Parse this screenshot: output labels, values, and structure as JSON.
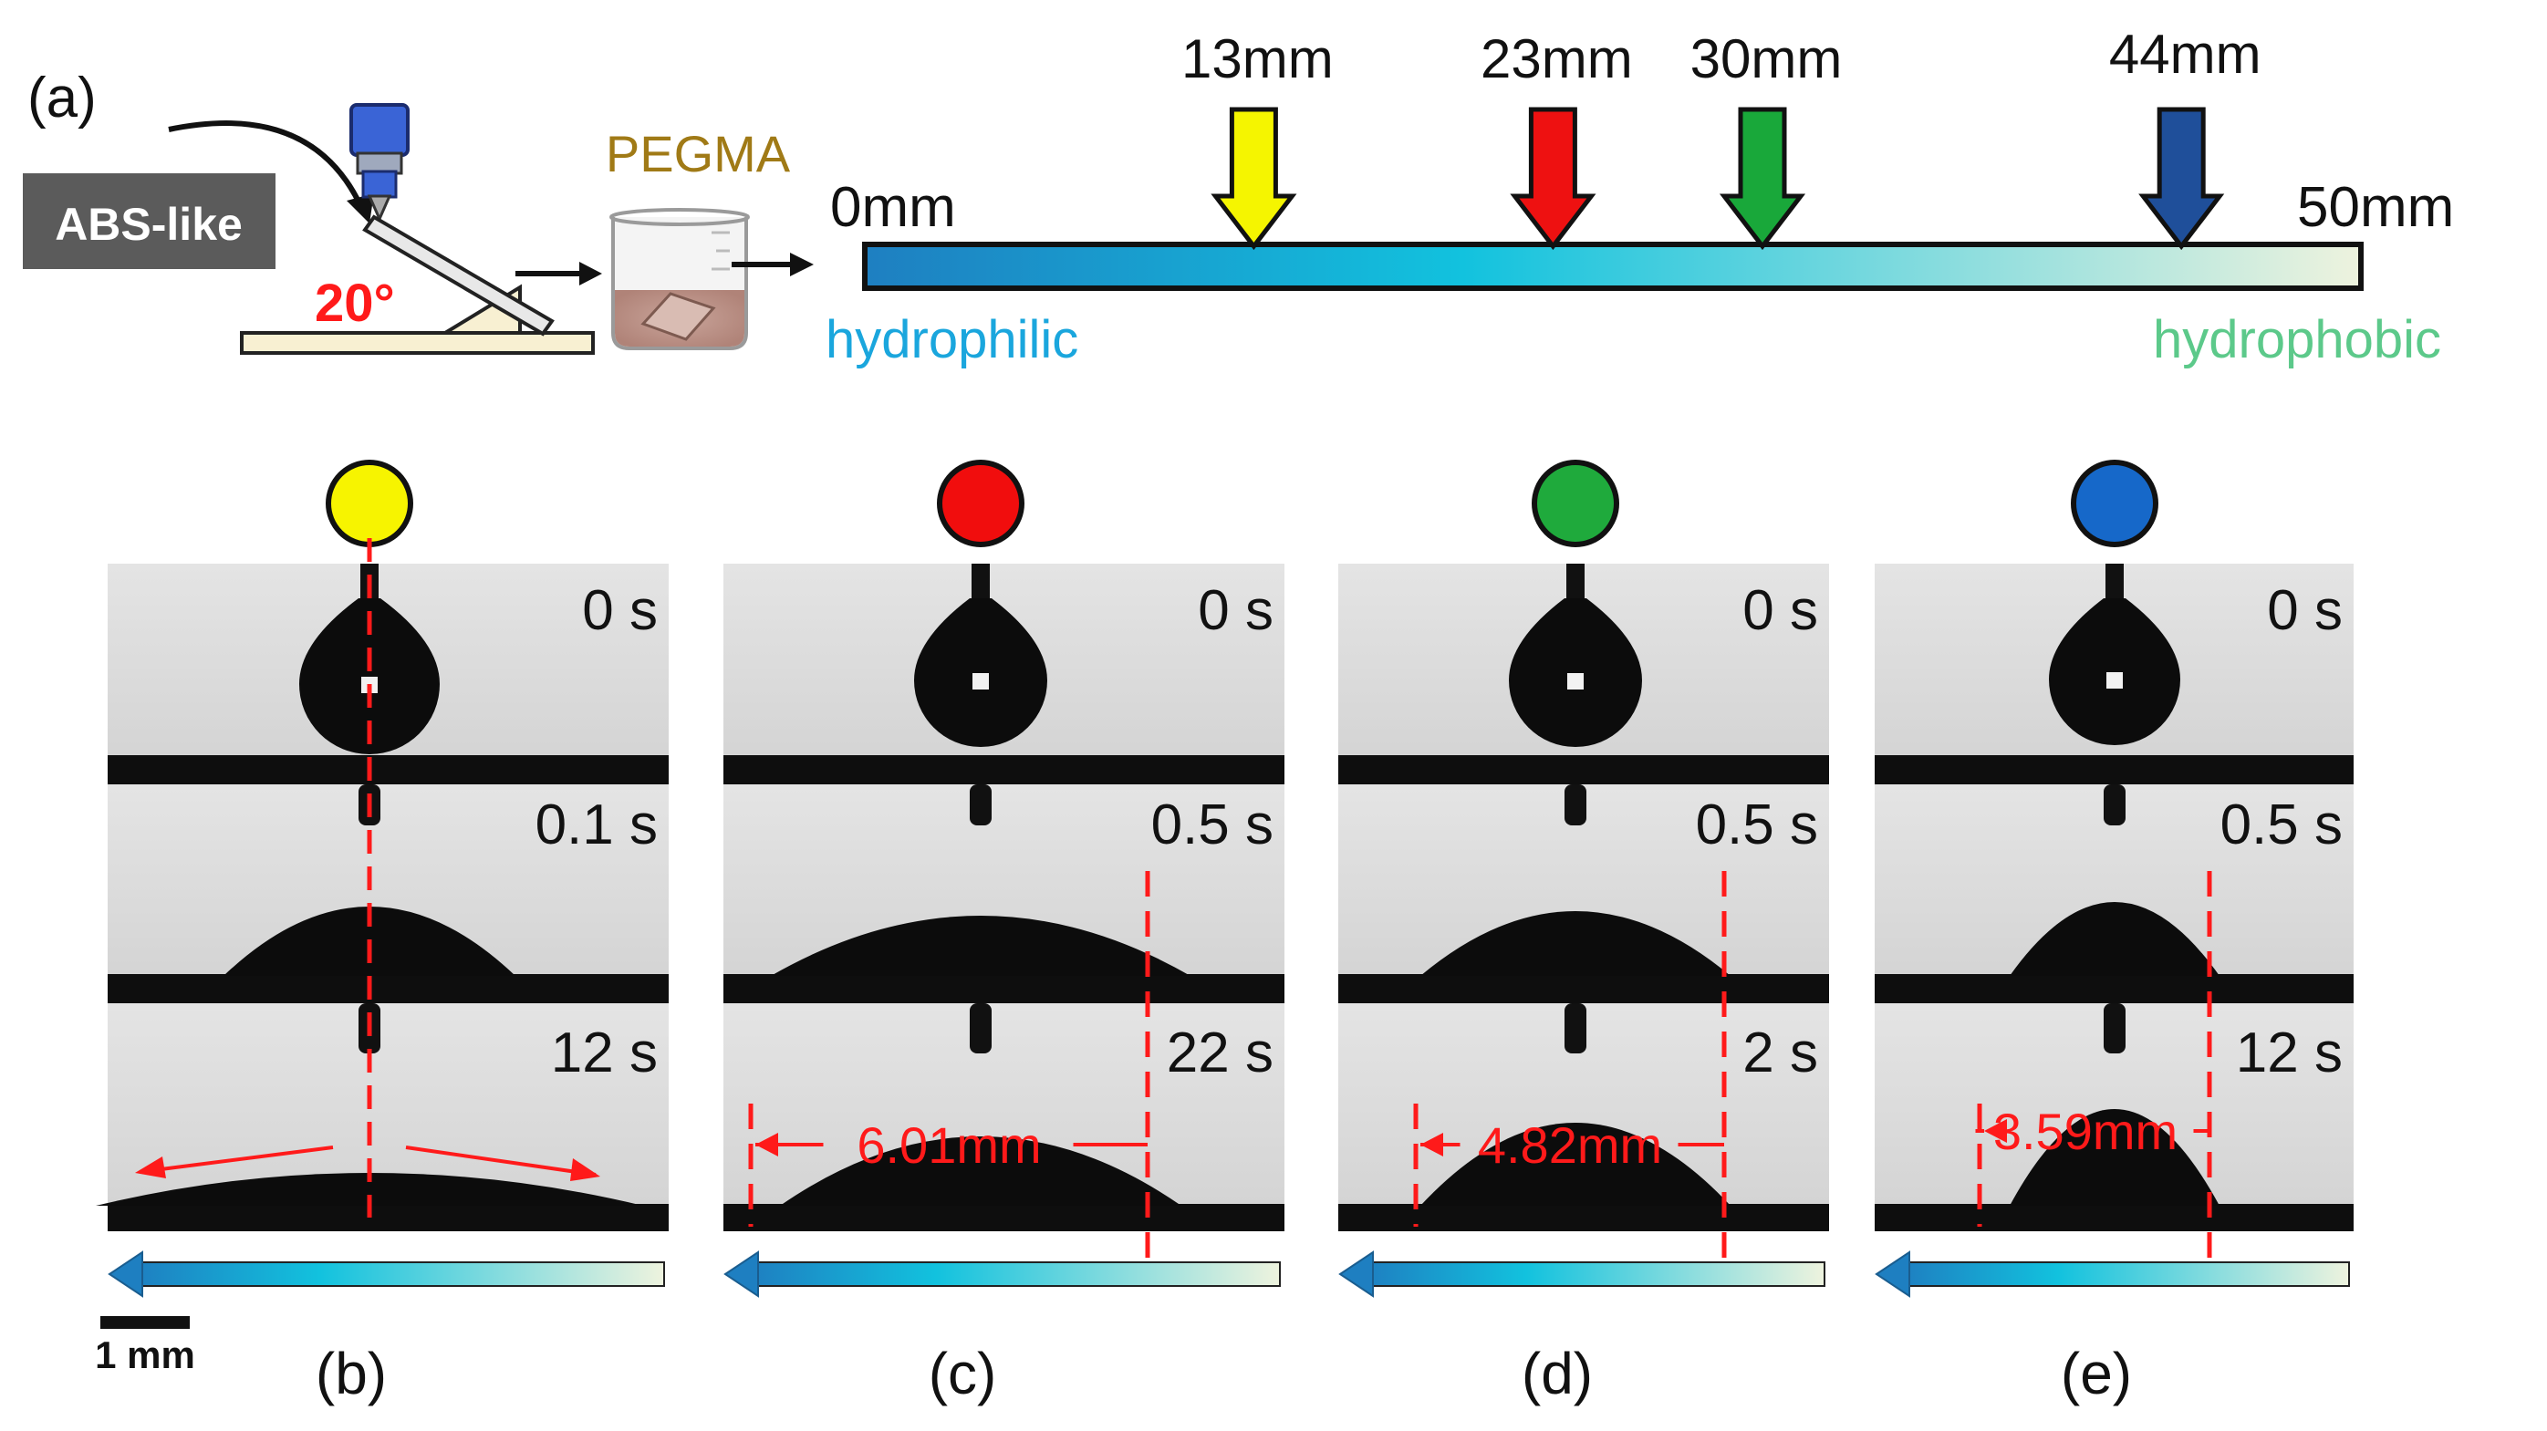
{
  "panel_a": {
    "label": "(a)",
    "abs_label": "ABS-like",
    "angle_label": "20°",
    "pegma_label": "PEGMA",
    "strip_start": "0mm",
    "strip_end": "50mm",
    "hydrophilic": "hydrophilic",
    "hydrophobic": "hydrophobic",
    "markers": [
      {
        "label": "13mm",
        "value_mm": 13,
        "color": "#f5f500"
      },
      {
        "label": "23mm",
        "value_mm": 23,
        "color": "#ee1111"
      },
      {
        "label": "30mm",
        "value_mm": 30,
        "color": "#19a83a"
      },
      {
        "label": "44mm",
        "value_mm": 44,
        "color": "#1f4f9a"
      }
    ]
  },
  "panels": [
    {
      "label": "(b)",
      "dot_color": "#f7f400",
      "times": [
        "0 s",
        "0.1 s",
        "12 s"
      ],
      "measure": ""
    },
    {
      "label": "(c)",
      "dot_color": "#f10d0d",
      "times": [
        "0 s",
        "0.5 s",
        "22 s"
      ],
      "measure": "6.01mm"
    },
    {
      "label": "(d)",
      "dot_color": "#1faa3c",
      "times": [
        "0 s",
        "0.5 s",
        "2 s"
      ],
      "measure": "4.82mm"
    },
    {
      "label": "(e)",
      "dot_color": "#1668c9",
      "times": [
        "0 s",
        "0.5 s",
        "12 s"
      ],
      "measure": "3.59mm"
    }
  ],
  "scale_bar": "1 mm",
  "colors": {
    "gradient_start": "#1e7fc1",
    "gradient_mid": "#10c4e0",
    "gradient_end": "#eef3de",
    "annotation_red": "#ff1a1a",
    "hydrophilic_text": "#1aa6dd",
    "hydrophobic_text": "#5cc98a",
    "pegma_text": "#a07a16"
  }
}
